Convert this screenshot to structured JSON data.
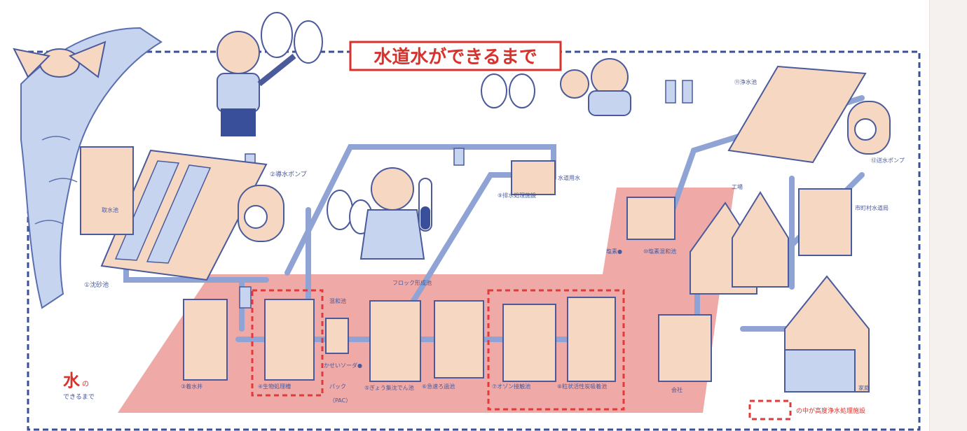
{
  "diagram": {
    "title": "水道水ができるまで",
    "corner_label": {
      "big": "水",
      "small": "の",
      "line2": "できるまで"
    },
    "legend_text": "の中が高度浄水処理施設",
    "facilities": {
      "sedimentation_basin": "①沈砂池",
      "settling_label": "取水池",
      "intake_pump": "②導水ポンプ",
      "receiving_well": "③着水井",
      "pre_ozone": "④生物処理槽",
      "mixing_basin": "混和池",
      "floc_basin": "フロック形成池",
      "coagulation": "⑤ぎょう集沈でん池",
      "sand_filter": "⑥急速ろ過池",
      "ozone": "⑦オゾン接触池",
      "activated_carbon": "⑧粒状活性炭吸着池",
      "wastewater": "⑨排水処理施設",
      "to_river": "水道用水",
      "chlorine": "塩素●",
      "chlorine_mixing": "⑩塩素混和池",
      "purified_reservoir": "⑪浄水池",
      "delivery_pump": "⑫送水ポンプ",
      "chemicals": [
        "かせいソーダ●",
        "パック",
        "（PAC）"
      ]
    },
    "destinations": {
      "factory": "工場",
      "municipal": "市町村水道局",
      "company": "会社",
      "home": "家庭"
    },
    "colors": {
      "frame": "#3a4f9a",
      "treatment_zone": "#ec9a98",
      "highlight_dash": "#e03a3a",
      "pipe": "#8fa4d4",
      "building": "#f6d7c2",
      "title_red": "#d8322c"
    }
  }
}
